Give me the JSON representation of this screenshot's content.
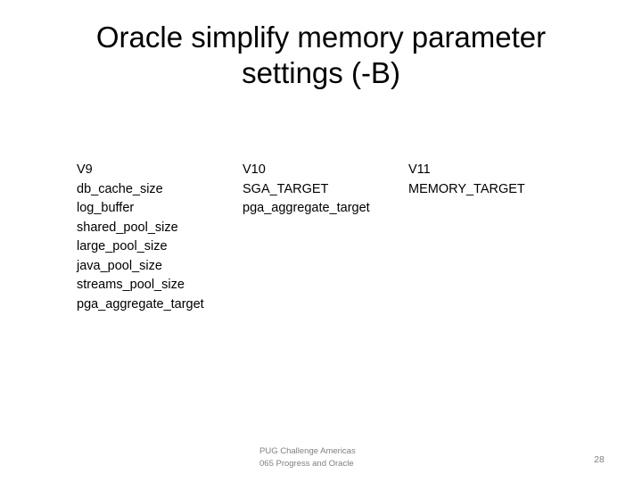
{
  "slide": {
    "background_color": "#ffffff",
    "title": {
      "line1": "Oracle simplify memory parameter",
      "line2": "settings (-B)",
      "color": "#000000"
    },
    "columns": [
      {
        "id": "v9",
        "heading": "V9",
        "items": [
          "db_cache_size",
          "log_buffer",
          "shared_pool_size",
          "large_pool_size",
          "java_pool_size",
          "streams_pool_size",
          "pga_aggregate_target"
        ]
      },
      {
        "id": "v10",
        "heading": "V10",
        "items": [
          "SGA_TARGET",
          "pga_aggregate_target"
        ]
      },
      {
        "id": "v11",
        "heading": "V11",
        "items": [
          "MEMORY_TARGET"
        ]
      }
    ],
    "footer": {
      "line1": "PUG Challenge Americas",
      "line2": "065 Progress and Oracle",
      "color": "#808080"
    },
    "page_number": "28"
  }
}
